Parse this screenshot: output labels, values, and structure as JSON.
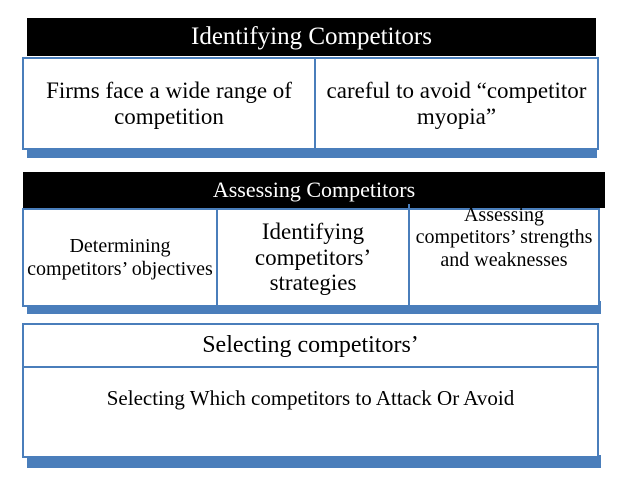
{
  "diagram": {
    "accent_color": "#4a7ebb",
    "header_bg": "#000000",
    "header_fg": "#ffffff",
    "body_bg": "#ffffff",
    "body_fg": "#000000",
    "blocks": [
      {
        "id": "identifying-competitors",
        "header": "Identifying Competitors",
        "cells": [
          "Firms face a wide range of competition",
          "careful to avoid “competitor myopia”"
        ]
      },
      {
        "id": "assessing-competitors",
        "header": "Assessing Competitors",
        "cells": [
          "Determining competitors’ objectives",
          "Identifying competitors’ strategies",
          "Assessing competitors’ strengths and weaknesses"
        ]
      },
      {
        "id": "selecting-competitors",
        "header": "Selecting competitors’",
        "cells": [
          "Selecting Which competitors to Attack Or Avoid"
        ]
      }
    ]
  }
}
